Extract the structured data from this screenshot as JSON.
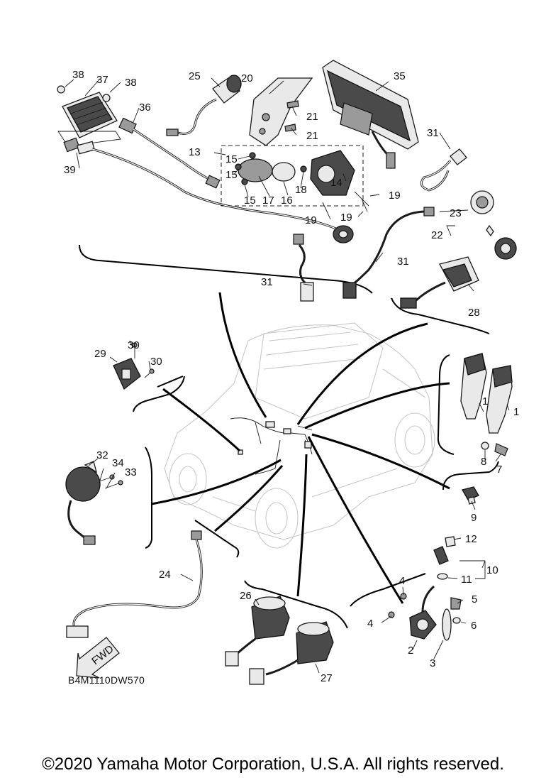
{
  "drawing_code": "B4M1110DW570",
  "copyright": "©2020 Yamaha Motor Corporation, U.S.A. All rights reserved.",
  "direction_arrow_label": "FWD",
  "callouts": {
    "c1a": "1",
    "c1b": "1",
    "c2": "2",
    "c3": "3",
    "c4a": "4",
    "c4b": "4",
    "c5": "5",
    "c6": "6",
    "c7": "7",
    "c8": "8",
    "c9": "9",
    "c10": "10",
    "c11": "11",
    "c12": "12",
    "c13": "13",
    "c14": "14",
    "c15a": "15",
    "c15b": "15",
    "c15c": "15",
    "c16": "16",
    "c17": "17",
    "c18": "18",
    "c19a": "19",
    "c19b": "19",
    "c19c": "19",
    "c20": "20",
    "c21a": "21",
    "c21b": "21",
    "c22": "22",
    "c23": "23",
    "c24": "24",
    "c25": "25",
    "c26": "26",
    "c27": "27",
    "c28": "28",
    "c29": "29",
    "c30a": "30",
    "c30b": "30",
    "c31a": "31",
    "c31b": "31",
    "c31c": "31",
    "c32": "32",
    "c33": "33",
    "c34": "34",
    "c35": "35",
    "c36": "36",
    "c37": "37",
    "c38a": "38",
    "c38b": "38",
    "c39": "39"
  }
}
